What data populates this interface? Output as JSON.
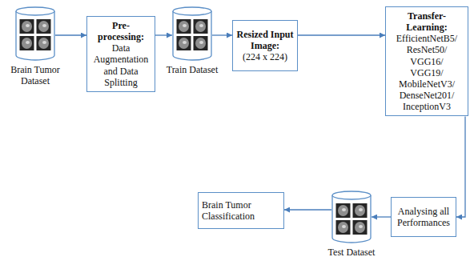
{
  "diagram": {
    "nodes": [
      {
        "text": [
          "Brain Tumor Dataset"
        ]
      },
      {
        "text": [
          "Pre-processing:",
          "Data Augmentation and Data Splitting"
        ]
      },
      {
        "text": [
          "Train Dataset"
        ]
      },
      {
        "text": [
          "Resized Input Image:",
          "(224 x 224)"
        ]
      },
      {
        "text": [
          "Transfer-Learning:",
          "EfficientNetB5/ ResNet50/ VGG16/ VGG19/ MobileNetV3/ DenseNet201/ InceptionV3"
        ]
      },
      {
        "text": [
          "Analysing all Performances"
        ]
      },
      {
        "text": [
          "Test Dataset"
        ]
      },
      {
        "text": [
          "Brain Tumor Classification"
        ]
      }
    ],
    "edges": [
      {
        "from": 0,
        "to": 1,
        "arrow": "to"
      },
      {
        "from": 1,
        "to": 2,
        "arrow": "to"
      },
      {
        "from": 2,
        "to": 3,
        "arrow": "to"
      },
      {
        "from": 3,
        "to": 4,
        "arrow": "to"
      },
      {
        "from": 4,
        "to": 5,
        "arrow": "to"
      },
      {
        "from": 5,
        "to": 6,
        "arrow": "to"
      },
      {
        "from": 6,
        "to": 7,
        "arrow": "to"
      }
    ]
  }
}
